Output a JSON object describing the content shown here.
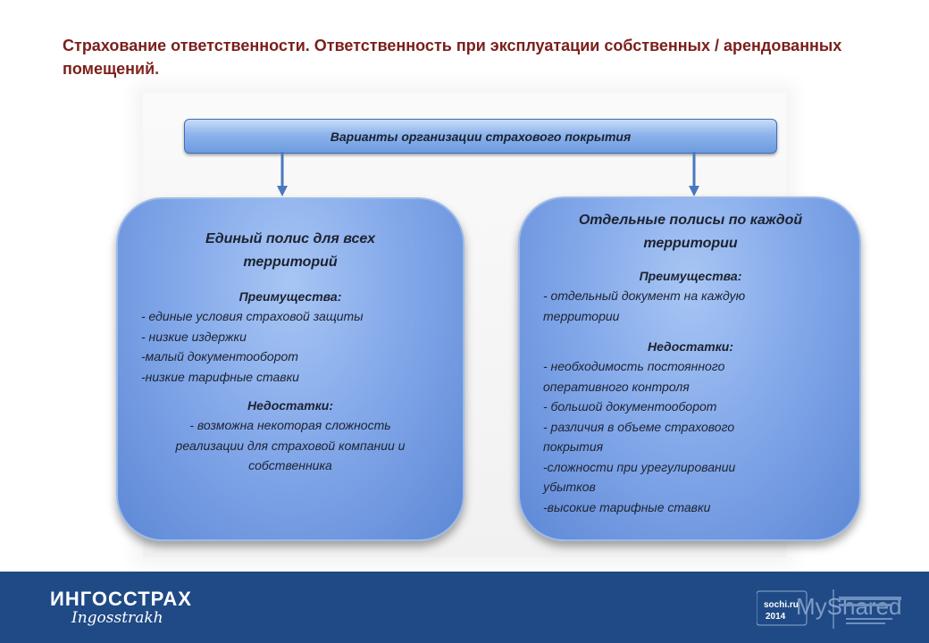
{
  "title": "Страхование ответственности. Ответственность при эксплуатации собственных / арендованных помещений.",
  "top_bar": {
    "label": "Варианты организации страхового покрытия"
  },
  "left_box": {
    "title_lines": [
      "Единый полис для всех",
      "территорий"
    ],
    "advantages_head": "Преимущества:",
    "advantages": [
      "- единые условия страховой защиты",
      "- низкие издержки",
      "-малый документооборот",
      "-низкие тарифные ставки"
    ],
    "disadvantages_head": "Недостатки:",
    "disadvantages": [
      "- возможна некоторая сложность",
      "реализации для страховой компании и",
      "собственника"
    ]
  },
  "right_box": {
    "title_lines": [
      "Отдельные полисы по каждой",
      "территории"
    ],
    "advantages_head": "Преимущества:",
    "advantages": [
      "- отдельный документ на каждую",
      "территории"
    ],
    "disadvantages_head": "Недостатки:",
    "disadvantages": [
      "- необходимость постоянного",
      "оперативного контроля",
      "- большой документооборот",
      "- различия в объеме страхового",
      "покрытия",
      "-сложности при урегулировании",
      "убытков",
      "-высокие тарифные ставки"
    ]
  },
  "footer": {
    "logo_main": "ИНГОССТРАХ",
    "logo_script": "Ingosstrakh",
    "watermark": "MyShared",
    "partner_lines": [
      "sochi.ru",
      "2014"
    ]
  },
  "colors": {
    "title": "#7a1f1a",
    "footer": "#1f4a86",
    "box_fill": "#84a9ea",
    "arrow": "#4a78c0"
  }
}
